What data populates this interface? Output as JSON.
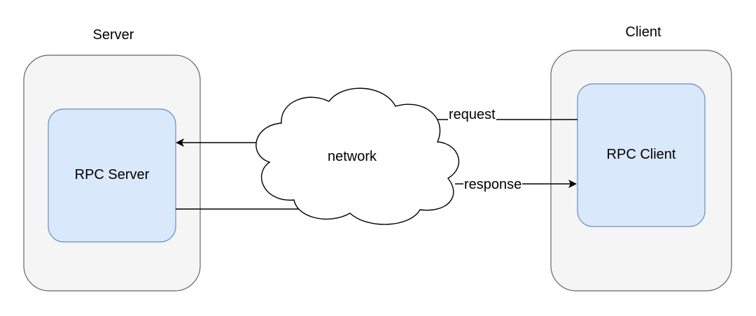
{
  "diagram": {
    "server_title": "Server",
    "client_title": "Client",
    "rpc_server_label": "RPC Server",
    "rpc_client_label": "RPC Client",
    "network_label": "network",
    "request_label": "request",
    "response_label": "response"
  },
  "colors": {
    "outer_fill": "#f5f5f5",
    "outer_stroke": "#666666",
    "inner_fill": "#dae8fc",
    "inner_stroke": "#6c8ebf",
    "line": "#000000",
    "cloud_fill": "#ffffff"
  }
}
